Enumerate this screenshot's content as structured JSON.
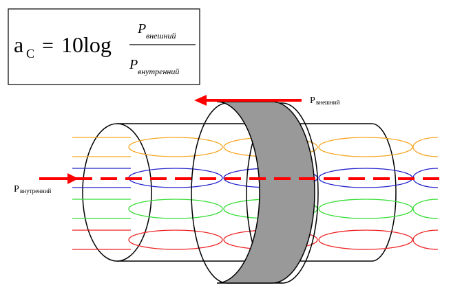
{
  "formula": {
    "lhs_base": "a",
    "lhs_sub": "C",
    "equals": "=",
    "coef": "10",
    "log": "log",
    "numerator_sym": "P",
    "numerator_sub": "внешний",
    "denominator_sym": "P",
    "denominator_sub": "внутренний"
  },
  "labels": {
    "outer_sym": "P",
    "outer_sub": "внешний",
    "inner_sym": "P",
    "inner_sub": "внутренний"
  },
  "colors": {
    "shield_fill": "#999999",
    "arrow": "#ff0000",
    "pair_orange": "#f5a623",
    "pair_blue": "#2222cc",
    "pair_green": "#33dd33",
    "pair_red": "#ee2222",
    "outline": "#000000"
  }
}
